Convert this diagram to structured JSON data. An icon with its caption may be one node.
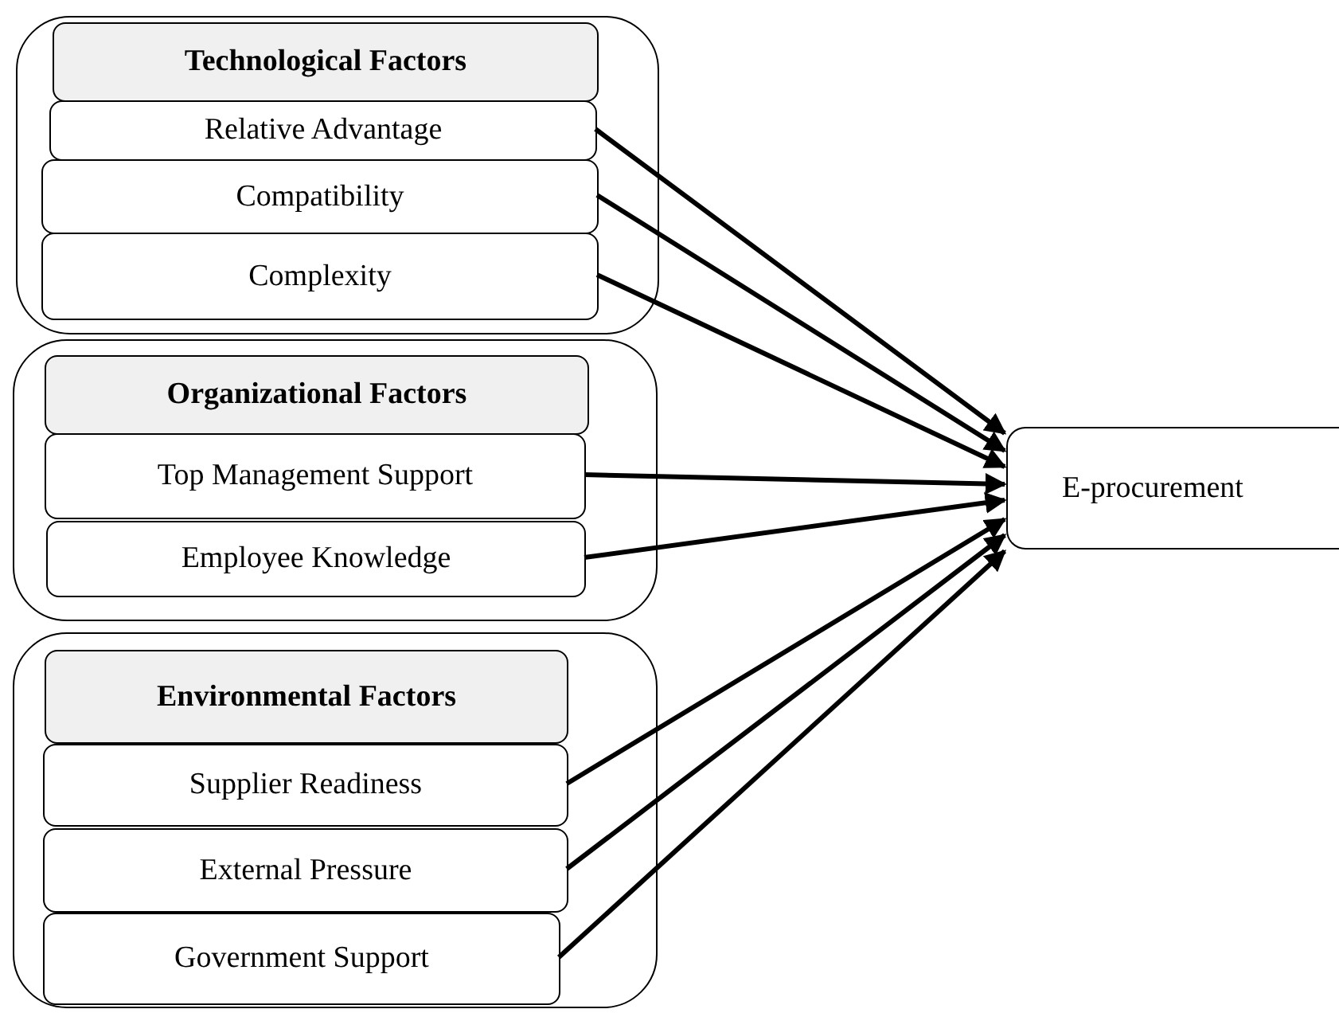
{
  "diagram": {
    "nodes": [
      {
        "text": [],
        "shape": "box"
      },
      {
        "text": [
          "Technological Factors"
        ],
        "in": 0
      },
      {
        "text": [
          "Relative Advantage"
        ],
        "in": 0
      },
      {
        "text": [
          "Compatibility"
        ],
        "in": 0
      },
      {
        "text": [
          "Complexity"
        ],
        "in": 0
      },
      {
        "text": [],
        "shape": "box"
      },
      {
        "text": [
          "Organizational Factors"
        ],
        "in": 5
      },
      {
        "text": [
          "Top Management Support"
        ],
        "in": 5
      },
      {
        "text": [
          "Employee Knowledge"
        ],
        "in": 5
      },
      {
        "text": [],
        "shape": "box"
      },
      {
        "text": [
          "Environmental Factors"
        ],
        "in": 9
      },
      {
        "text": [
          "Supplier Readiness"
        ],
        "in": 9
      },
      {
        "text": [
          "External Pressure"
        ],
        "in": 9
      },
      {
        "text": [
          "Government Support"
        ],
        "in": 9
      },
      {
        "text": [
          "E-procurement"
        ]
      }
    ],
    "edges": [
      {
        "from": 2,
        "to": 14,
        "arrow": "to"
      },
      {
        "from": 3,
        "to": 14,
        "arrow": "to"
      },
      {
        "from": 4,
        "to": 14,
        "arrow": "to"
      },
      {
        "from": 7,
        "to": 14,
        "arrow": "to"
      },
      {
        "from": 8,
        "to": 14,
        "arrow": "to"
      },
      {
        "from": 11,
        "to": 14,
        "arrow": "to"
      },
      {
        "from": 12,
        "to": 14,
        "arrow": "to"
      },
      {
        "from": 13,
        "to": 14,
        "arrow": "to"
      }
    ]
  }
}
